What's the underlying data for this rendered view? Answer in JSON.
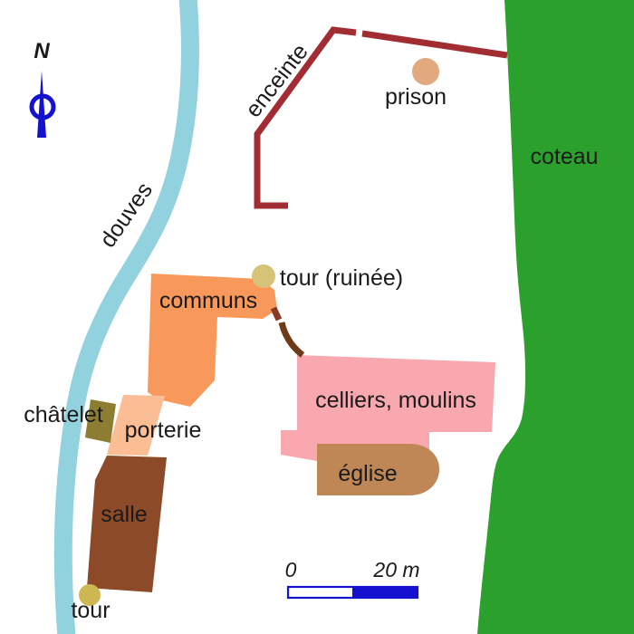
{
  "background": "#FFFFFF",
  "text_color": "#1A1A1A",
  "compass": {
    "label": "N",
    "color": "#1412CF"
  },
  "features": {
    "douves": {
      "label": "douves",
      "color": "#92D1DE"
    },
    "coteau": {
      "label": "coteau",
      "color": "#2CA02C",
      "label_color": "#EDF6ED"
    },
    "enceinte": {
      "label": "enceinte",
      "color": "#A12D33"
    },
    "prison": {
      "label": "prison",
      "color": "#E2A87E"
    },
    "tour_ruinee": {
      "label": "tour (ruinée)",
      "color": "#D6C377"
    },
    "communs": {
      "label": "communs",
      "color": "#F8995B"
    },
    "mur_ruine": {
      "color": "#6F3A17",
      "dash_color": "#8A3A25"
    },
    "celliers_moulins": {
      "label": "celliers, moulins",
      "color": "#F8A8AE"
    },
    "eglise": {
      "label": "église",
      "color": "#BF8656"
    },
    "chatelet": {
      "label": "châtelet",
      "color": "#8C7D33"
    },
    "porterie": {
      "label": "porterie",
      "color": "#FBBE94"
    },
    "salle": {
      "label": "salle",
      "color": "#8C4A28",
      "label_color": "#FFFFFF"
    },
    "tour": {
      "label": "tour",
      "color": "#CDB751"
    }
  },
  "scale_bar": {
    "start_label": "0",
    "end_label": "20 m",
    "color": "#1412CF"
  }
}
